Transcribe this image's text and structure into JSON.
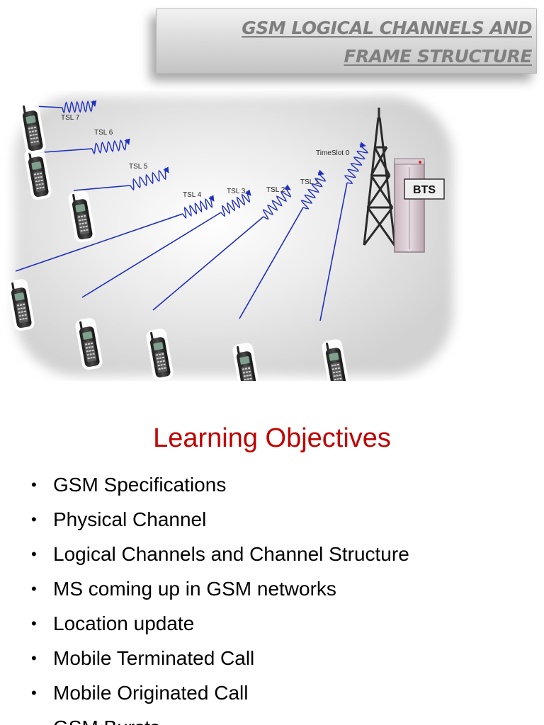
{
  "title": {
    "line1": "GSM LOGICAL CHANNELS AND",
    "line2": "FRAME STRUCTURE"
  },
  "diagram": {
    "bts_label": "BTS",
    "timeslot_labels": [
      "TimeSlot 0",
      "TSL 1",
      "TSL 2",
      "TSL 3",
      "TSL 4",
      "TSL 5",
      "TSL 6",
      "TSL 7"
    ]
  },
  "heading": "Learning Objectives",
  "objectives": [
    "GSM Specifications",
    "Physical Channel",
    "Logical Channels and Channel Structure",
    "MS coming up in  GSM networks",
    "Location update",
    "Mobile Terminated Call",
    "Mobile Originated Call",
    "GSM Bursts"
  ],
  "colors": {
    "heading": "#c00000",
    "title_text": "#7f7f7f",
    "signal_line": "#1f2fbf"
  }
}
